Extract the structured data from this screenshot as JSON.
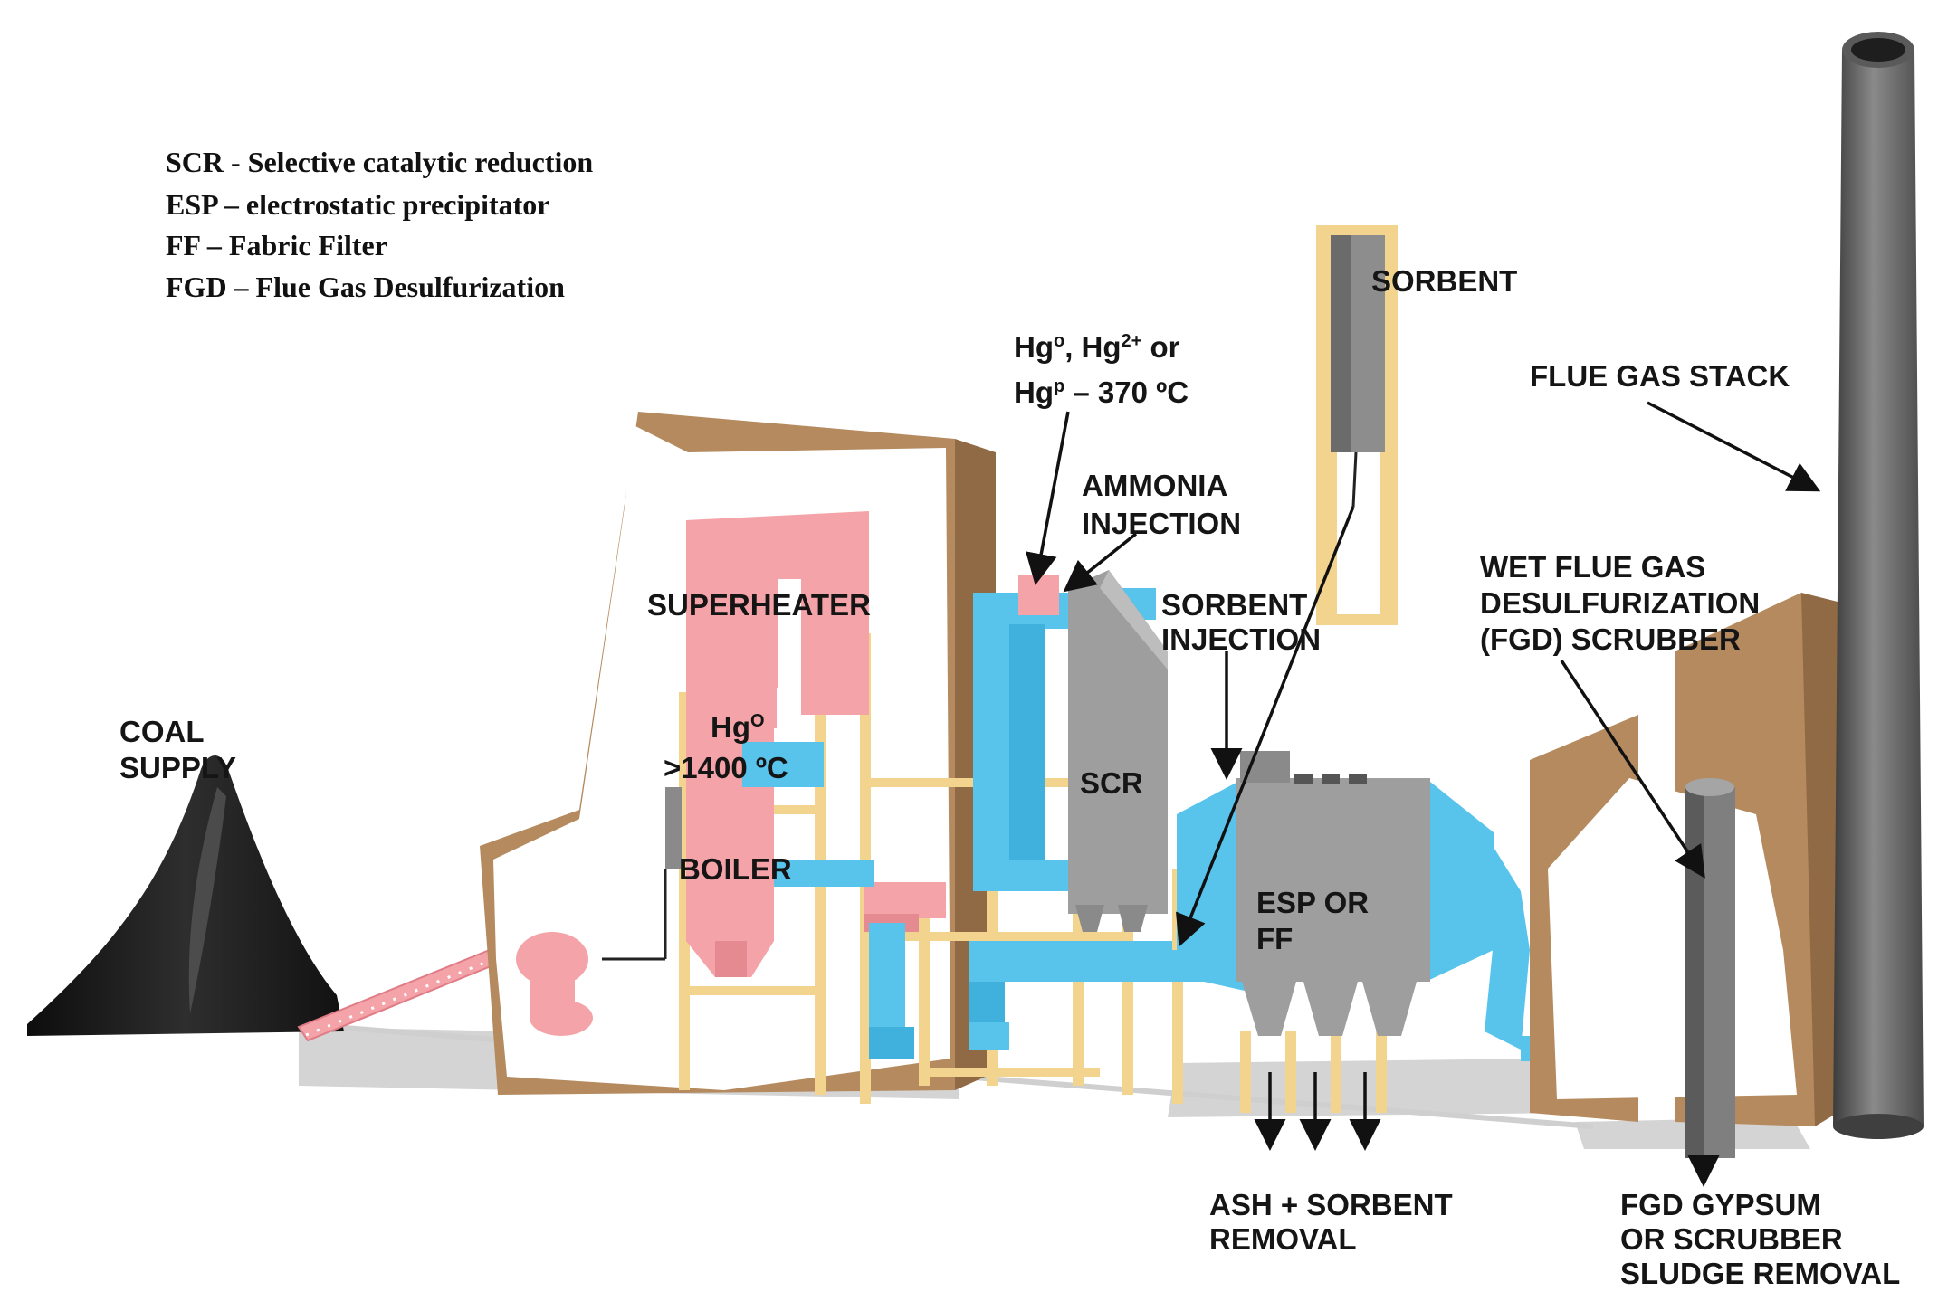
{
  "legend": [
    "SCR - Selective catalytic reduction",
    "ESP – electrostatic precipitator",
    "FF – Fabric Filter",
    "FGD – Flue Gas Desulfurization"
  ],
  "labels": {
    "coal_supply": [
      "COAL",
      "SUPPLY"
    ],
    "superheater": "SUPERHEATER",
    "boiler": "BOILER",
    "boiler_temp_line2": ">1400 ºC",
    "scr": "SCR",
    "ammonia_injection": [
      "AMMONIA",
      "INJECTION"
    ],
    "sorbent": "SORBENT",
    "sorbent_injection": [
      "SORBENT",
      "INJECTION"
    ],
    "esp_ff": [
      "ESP OR",
      "FF"
    ],
    "flue_gas_stack": "FLUE GAS STACK",
    "wet_fgd": [
      "WET FLUE GAS",
      "DESULFURIZATION",
      "(FGD) SCRUBBER"
    ],
    "ash_removal": [
      "ASH + SORBENT",
      "REMOVAL"
    ],
    "gypsum_removal": [
      "FGD GYPSUM",
      "OR SCRUBBER",
      "SLUDGE REMOVAL"
    ]
  },
  "hg_scr_inlet": {
    "line1_a": "Hg",
    "sup1": "o",
    "line1_b": ", Hg",
    "sup2": "2+",
    "line1_c": " or",
    "line2_a": "Hg",
    "sup3": "p",
    "line2_b": " – 370 ºC"
  },
  "hg_boiler": {
    "base": "Hg",
    "sup": "O"
  },
  "colors": {
    "brick": "#b48a5e",
    "brick_dark": "#8f6a44",
    "pink": "#f4a3a8",
    "blue": "#58c4ec",
    "support": "#f2d48f",
    "gray": "#9e9e9e",
    "coal": "#1c1c1c"
  }
}
